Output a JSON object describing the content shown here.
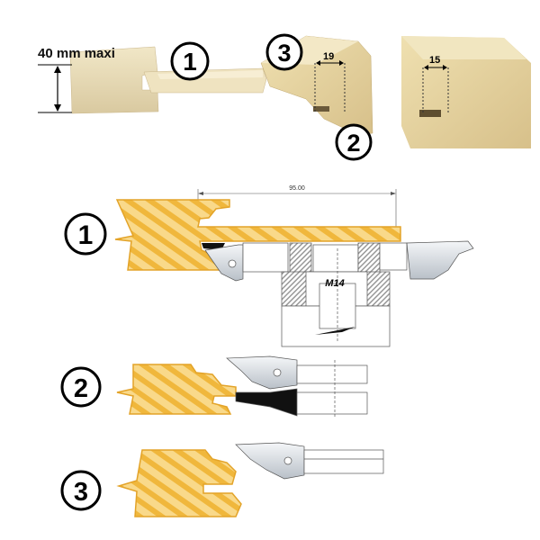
{
  "photos": {
    "max_thickness_label": "40 mm maxi",
    "step_labels": [
      "1",
      "2",
      "3"
    ],
    "dim_19": "19",
    "dim_15": "15"
  },
  "diagrams": {
    "step_labels": [
      "1",
      "2",
      "3"
    ],
    "width_dimension": "95.00",
    "bore_label": "M14"
  },
  "colors": {
    "wood_light": "#f9d98a",
    "wood_dark": "#f0b73c",
    "wood_outline": "#e3a328",
    "cutter": "#d9dde2",
    "photo_wood": "#e8dcb8"
  }
}
